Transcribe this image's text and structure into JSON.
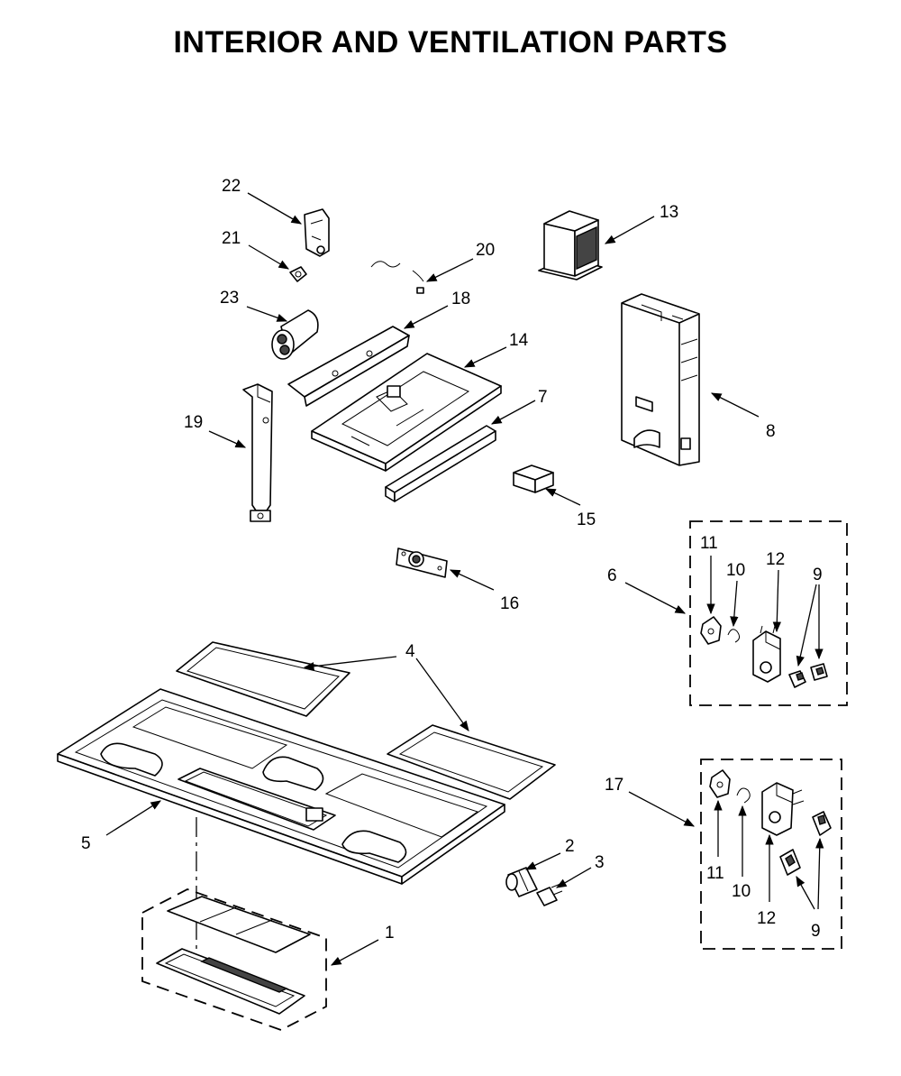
{
  "title": "INTERIOR AND VENTILATION PARTS",
  "callouts": {
    "c1": "1",
    "c2": "2",
    "c3": "3",
    "c4": "4",
    "c5": "5",
    "c6": "6",
    "c7": "7",
    "c8": "8",
    "c9a": "9",
    "c9b": "9",
    "c10a": "10",
    "c10b": "10",
    "c11a": "11",
    "c11b": "11",
    "c12a": "12",
    "c12b": "12",
    "c13": "13",
    "c14": "14",
    "c15": "15",
    "c16": "16",
    "c17": "17",
    "c18": "18",
    "c19": "19",
    "c20": "20",
    "c21": "21",
    "c22": "22",
    "c23": "23"
  }
}
